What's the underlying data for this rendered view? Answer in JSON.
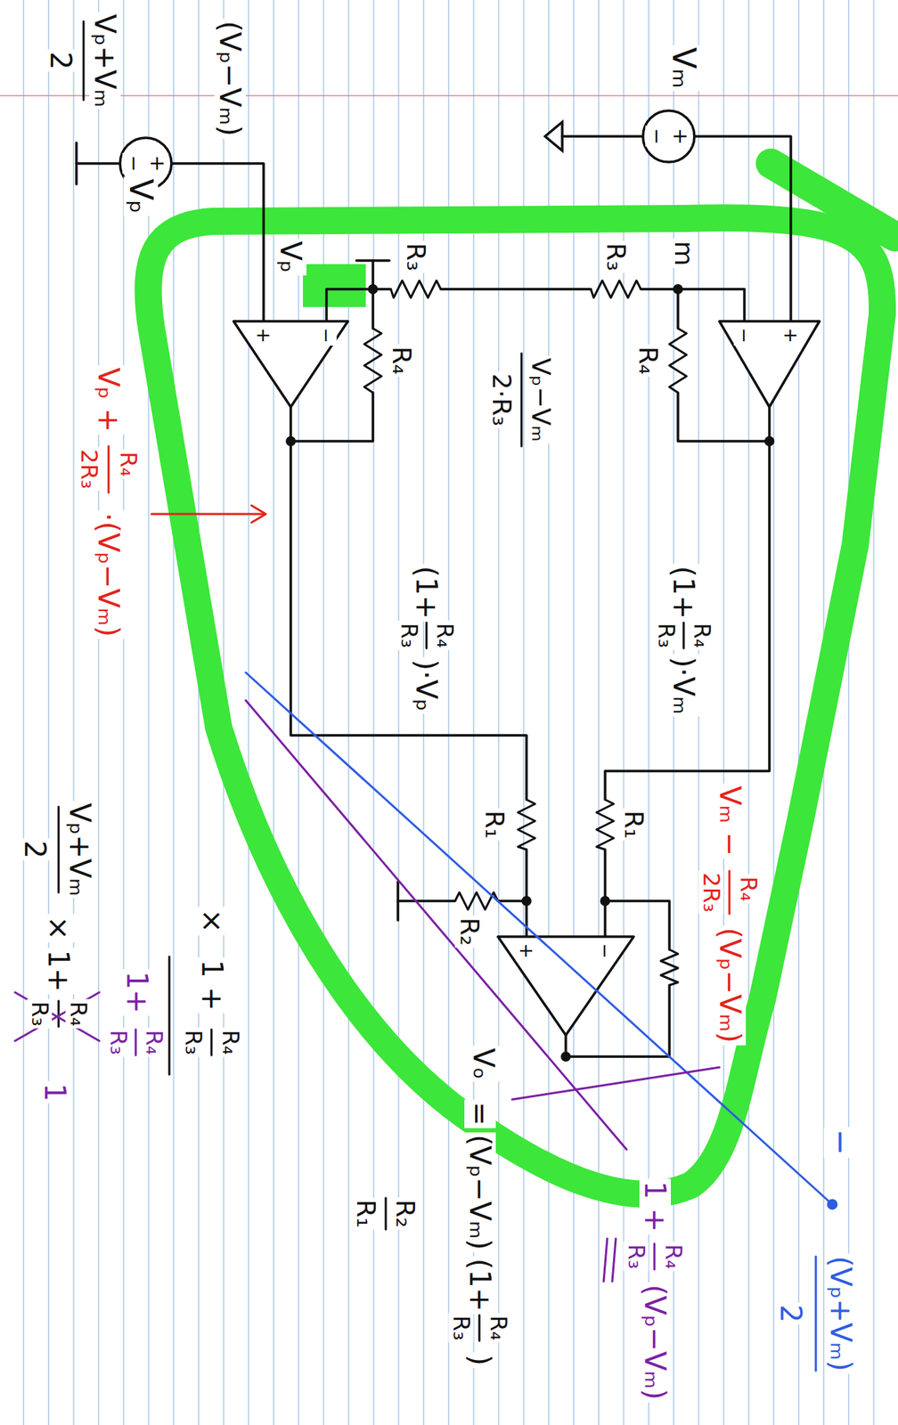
{
  "diagram": {
    "labels": [
      "Vₘ",
      "+",
      "−",
      "(Vₚ−Vₘ)",
      "Vₚ+Vₘ",
      "2",
      "+",
      "−",
      "Vₚ",
      "Vₚ",
      "m",
      "R₃",
      "R₃",
      "R₄",
      "R₄",
      "Vₚ−Vₘ",
      "2·R₃",
      "+",
      "−",
      "−",
      "+",
      "(1+",
      "R₄",
      "R₃",
      ")·Vₘ",
      "(1+",
      "R₄",
      "R₃",
      ")·Vₚ",
      "Vₚ +",
      "R₄",
      "2R₃",
      "·(Vₚ−Vₘ)",
      "Vₘ −",
      "R₄",
      "2R₃",
      "(Vₚ−Vₘ)",
      "R₁",
      "R₁",
      "R₂",
      "−",
      "+",
      "Vₒ",
      "=",
      "(Vₚ−Vₘ)",
      "(1+",
      "R₄",
      "R₃",
      ")",
      "R₂",
      "R₁",
      "−",
      "(Vₚ+Vₘ)",
      "2",
      "1 +",
      "R₄",
      "R₃",
      "(Vₚ−Vₘ)",
      "Vₚ+Vₘ",
      "2",
      "×",
      "1+",
      "R₄",
      "R₃",
      "1",
      "×",
      "1 +",
      "R₄",
      "R₃",
      "1+",
      "R₄",
      "R₃"
    ]
  }
}
